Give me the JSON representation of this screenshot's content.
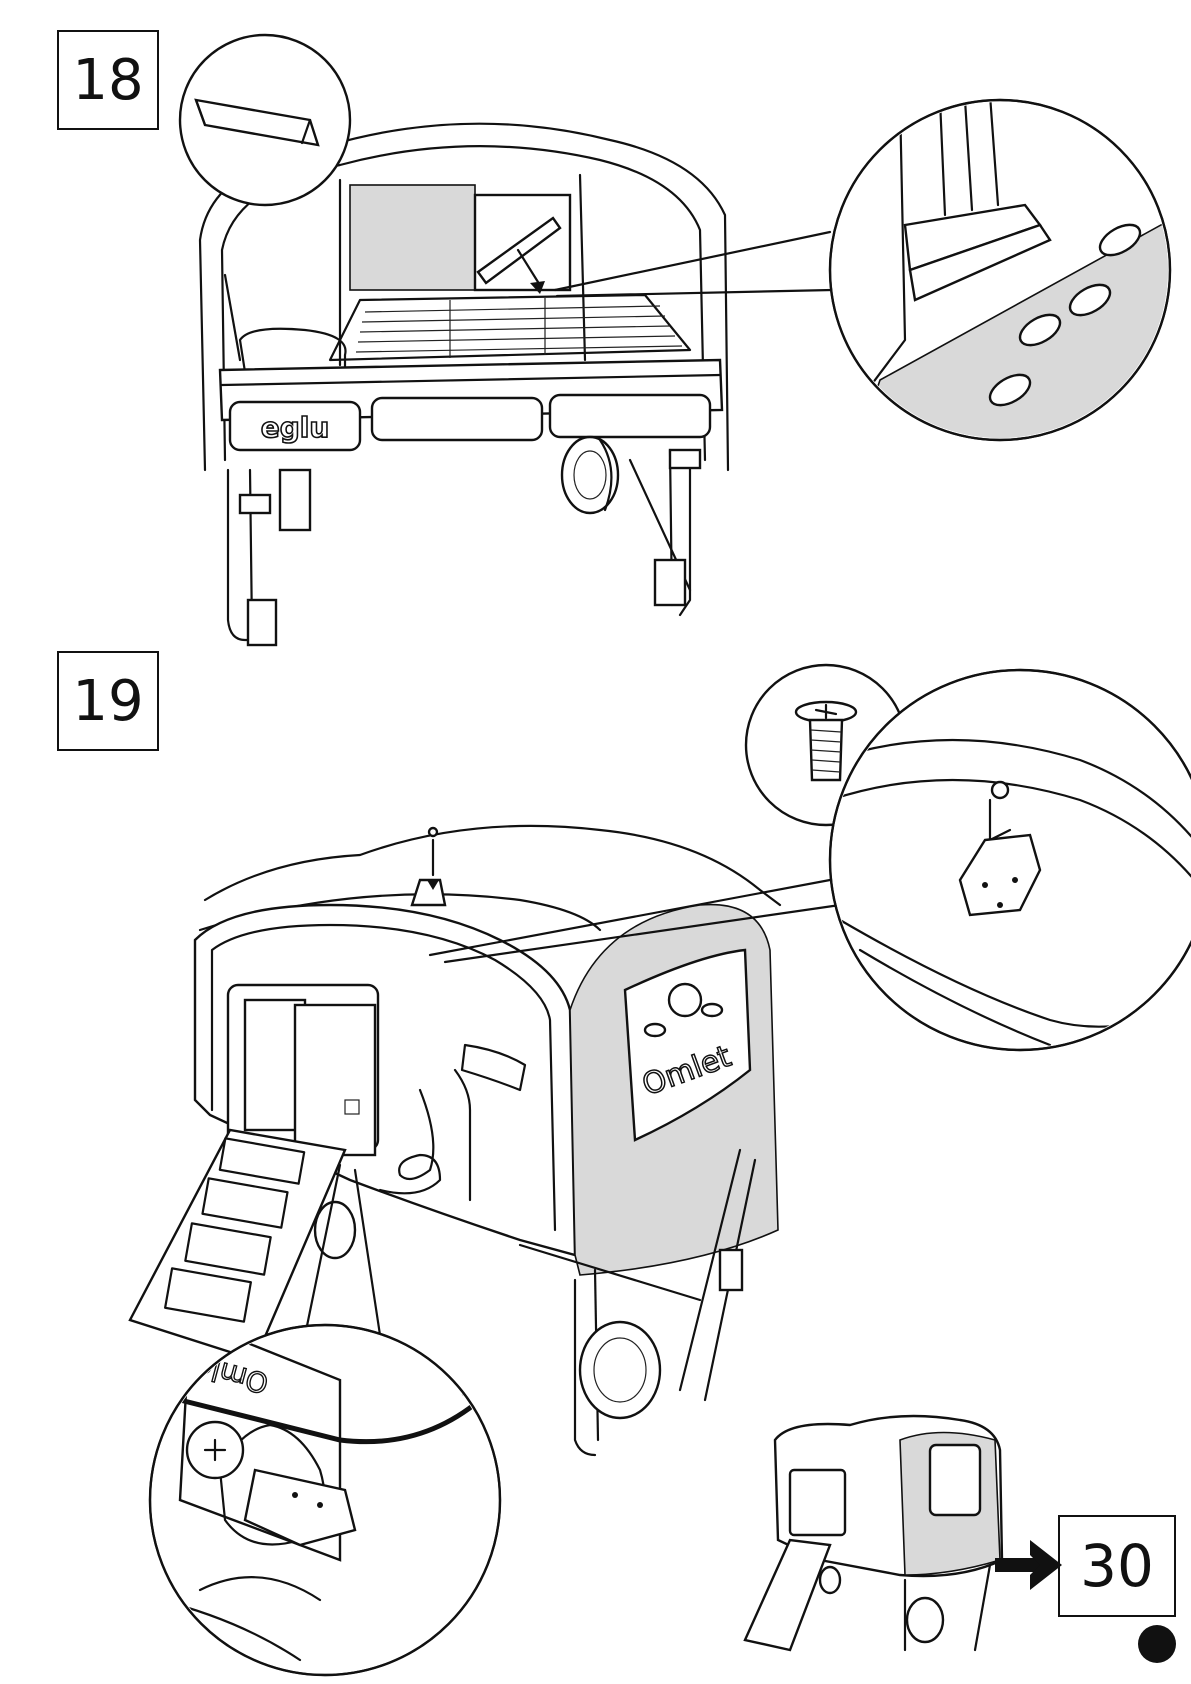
{
  "steps": {
    "first": "18",
    "second": "19",
    "next": "30"
  },
  "labels": {
    "eglu_logo": "eglu",
    "omlet_logo": "Omlet"
  },
  "icons": {
    "arrow": "right-arrow-icon",
    "page_marker": "filled-circle-icon"
  }
}
